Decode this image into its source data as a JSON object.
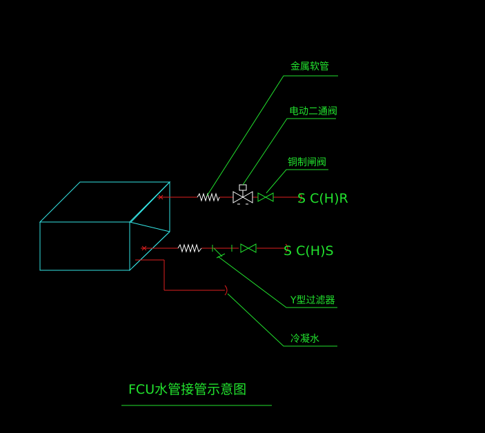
{
  "title": "FCU水管接管示意图",
  "labels": {
    "metal_hose": "金属软管",
    "two_way_valve": "电动二通阀",
    "copper_gate_valve": "铜制闸阀",
    "return_pipe": "S C(H)R",
    "supply_pipe": "S C(H)S",
    "y_strainer": "Y型过滤器",
    "condensate": "冷凝水"
  },
  "colors": {
    "background": "#000000",
    "unit_outline": "#35e6e6",
    "pipe": "#e01f1f",
    "annotation": "#22e22e",
    "valve": "#ffffff"
  }
}
